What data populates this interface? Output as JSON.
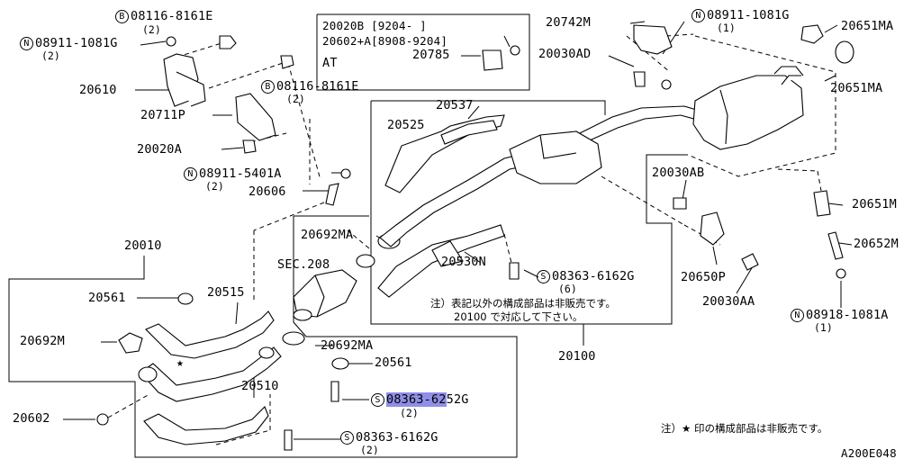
{
  "diagram_code": "A200E048",
  "labels": {
    "b_08116_top": "08116-8161E",
    "b_08116_top_qty": "(2)",
    "n_08911_left": "08911-1081G",
    "n_08911_left_qty": "(2)",
    "p20610": "20610",
    "b_08116_mid": "08116-8161E",
    "b_08116_mid_qty": "(2)",
    "p20711p": "20711P",
    "p20020a": "20020A",
    "n_08911_5401a": "08911-5401A",
    "n_08911_5401a_qty": "(2)",
    "p20606": "20606",
    "p20010": "20010",
    "p20561_a": "20561",
    "p20515": "20515",
    "p20692m": "20692M",
    "p20602": "20602",
    "p20510": "20510",
    "p20561_b": "20561",
    "p20692ma_b": "20692MA",
    "s_08363_6252g_prefix": "08363-62",
    "s_08363_6252g_hl": "",
    "s_08363_6252g_suffix": "52G",
    "s_08363_6252g_qty": "(2)",
    "s_08363_6162g_low": "08363-6162G",
    "s_08363_6162g_low_qty": "(2)",
    "sec208": "SEC.208",
    "p20692ma_a": "20692MA",
    "p20525": "20525",
    "p20537": "20537",
    "p20530n": "20530N",
    "s_08363_6162g_mid": "08363-6162G",
    "s_08363_6162g_mid_qty": "(6)",
    "note_line1": "注）表記以外の構成部品は非販売です。",
    "note_line2": "20100 で対応して下さい。",
    "p20100": "20100",
    "box_line1": "20020B [9204-    ]",
    "box_line2": "20602+A[8908-9204]",
    "box_at": "AT",
    "p20785": "20785",
    "p20742m": "20742M",
    "n_08911_right": "08911-1081G",
    "n_08911_right_qty": "(1)",
    "p20651ma_1": "20651MA",
    "p20651ma_2": "20651MA",
    "p20030ad": "20030AD",
    "p20030ab": "20030AB",
    "p20651m": "20651M",
    "p20652m": "20652M",
    "p20650p": "20650P",
    "p20030aa": "20030AA",
    "n_08918": "08918-1081A",
    "n_08918_qty": "(1)",
    "star_note": "注）★ 印の構成部品は非販売です。",
    "star_mark": "★"
  },
  "markers": {
    "S": "S",
    "N": "N",
    "B": "B"
  }
}
